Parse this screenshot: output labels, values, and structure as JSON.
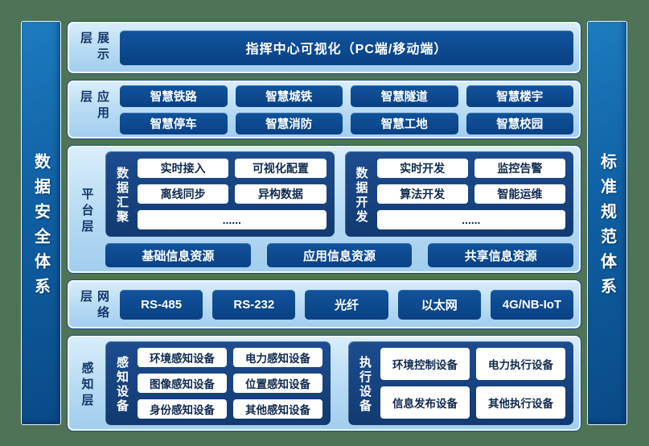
{
  "colors": {
    "frame_green": "#4e7356",
    "bar_blue": "#0f5fa2",
    "panel_light_blue": "#b6daf3",
    "box_navy": "#0d4a90",
    "subpanel_navy": "#16427e",
    "white_box_bg": "#ffffff",
    "white_box_text": "#10294e",
    "label_navy": "#14366b"
  },
  "sidebars": {
    "left": {
      "label": "数据安全体系"
    },
    "right": {
      "label": "标准规范体系"
    }
  },
  "layers": [
    {
      "label": "展示层",
      "banner": "指挥中心可视化（PC端/移动端）"
    },
    {
      "label": "应用层",
      "items": [
        "智慧铁路",
        "智慧城铁",
        "智慧隧道",
        "智慧楼宇",
        "智慧停车",
        "智慧消防",
        "智慧工地",
        "智慧校园"
      ]
    },
    {
      "label": "平台层",
      "groups": [
        {
          "label": "数据汇聚",
          "items": [
            "实时接入",
            "可视化配置",
            "离线同步",
            "异构数据"
          ],
          "more": "......"
        },
        {
          "label": "数据开发",
          "items": [
            "实时开发",
            "监控告警",
            "算法开发",
            "智能运维"
          ],
          "more": "......"
        }
      ],
      "resources": [
        "基础信息资源",
        "应用信息资源",
        "共享信息资源"
      ]
    },
    {
      "label": "网络层",
      "items": [
        "RS-485",
        "RS-232",
        "光纤",
        "以太网",
        "4G/NB-IoT"
      ]
    },
    {
      "label": "感知层",
      "groups": [
        {
          "label": "感知设备",
          "items": [
            "环境感知设备",
            "电力感知设备",
            "图像感知设备",
            "位置感知设备",
            "身份感知设备",
            "其他感知设备"
          ]
        },
        {
          "label": "执行设备",
          "items": [
            "环境控制设备",
            "电力执行设备",
            "信息发布设备",
            "其他执行设备"
          ]
        }
      ]
    }
  ]
}
